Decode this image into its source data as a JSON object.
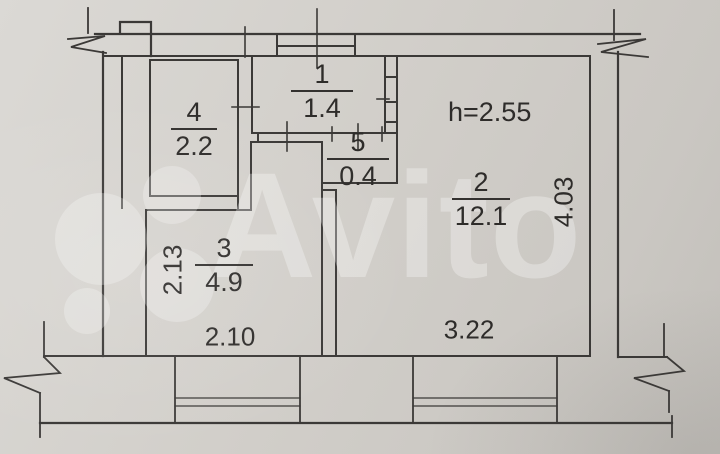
{
  "plan": {
    "title": "apartment-floor-plan",
    "rooms": [
      {
        "number": "1",
        "area": "1.4"
      },
      {
        "number": "2",
        "area": "12.1"
      },
      {
        "number": "3",
        "area": "4.9"
      },
      {
        "number": "4",
        "area": "2.2"
      },
      {
        "number": "5",
        "area": "0.4"
      }
    ],
    "ceiling_height": "h=2.55",
    "dimensions": {
      "room3_width": "2.10",
      "room3_depth": "2.13",
      "room2_width": "3.22",
      "room2_depth": "4.03"
    },
    "watermark": "Avito",
    "colors": {
      "paper": "#d2cfca",
      "line": "#3b3937",
      "text": "#2e2c2a",
      "watermark": "rgba(255,255,255,0.30)"
    }
  }
}
